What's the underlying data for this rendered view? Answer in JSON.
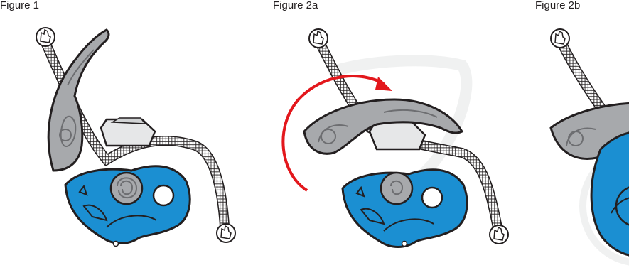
{
  "figures": [
    {
      "label": "Figure 1"
    },
    {
      "label": "Figure 2a"
    },
    {
      "label": "Figure 2b"
    }
  ],
  "colors": {
    "device_blue": "#1b8fd2",
    "handle_gray": "#a7a9ac",
    "cam_light": "#e6e7e8",
    "outline": "#231f20",
    "arrow_red": "#e3171c",
    "rope_fill": "#ffffff"
  },
  "icons": [
    "hand-icon",
    "rotation-arrow-icon"
  ]
}
